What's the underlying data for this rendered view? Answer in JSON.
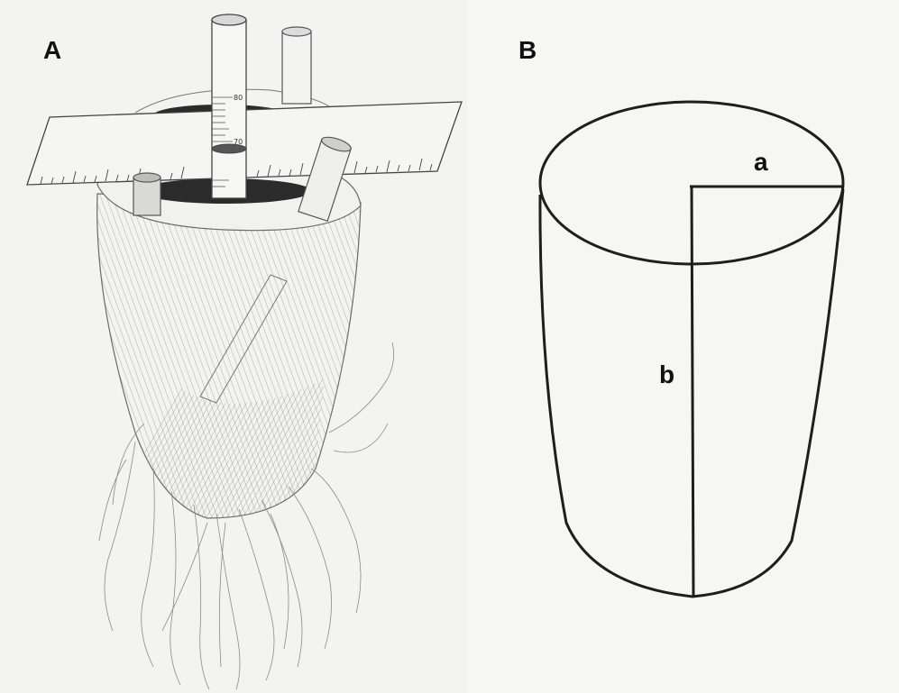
{
  "panels": {
    "a": {
      "label": "A"
    },
    "b": {
      "label": "B"
    }
  },
  "tube_scale": {
    "upper": "80",
    "lower": "70"
  },
  "dimensions": {
    "radius_label": "a",
    "height_label": "b"
  }
}
